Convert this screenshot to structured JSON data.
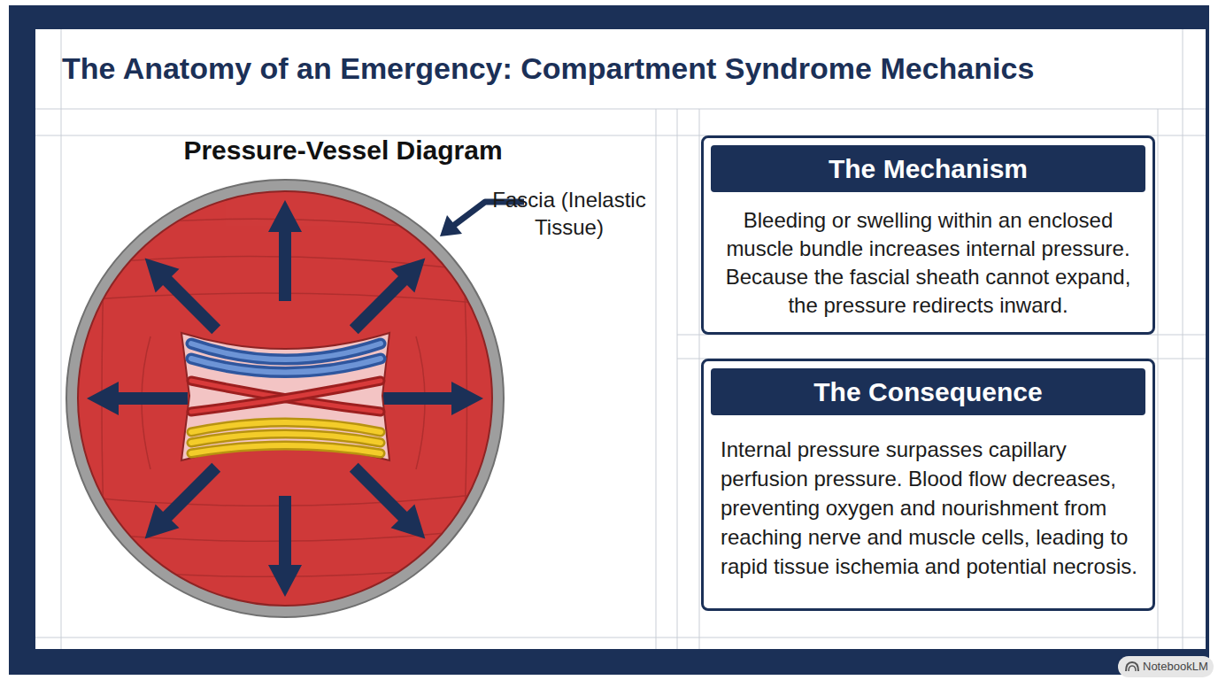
{
  "diagram": {
    "title": "The Anatomy of an Emergency: Compartment Syndrome Mechanics",
    "nodes": [
      {
        "text": [
          "The Mechanism",
          "Bleeding or swelling within an enclosed muscle bundle increases internal pressure. Because the fascial sheath cannot expand, the pressure redirects inward."
        ]
      },
      {
        "text": [
          "The Consequence",
          "Internal pressure surpasses capillary perfusion pressure. Blood flow decreases, preventing oxygen and nourishment from reaching nerve and muscle cells, leading to rapid tissue ischemia and potential necrosis."
        ]
      }
    ],
    "labels": [
      "Pressure-Vessel Diagram",
      "Fascia (Inelastic Tissue)",
      "NotebookLM"
    ]
  }
}
